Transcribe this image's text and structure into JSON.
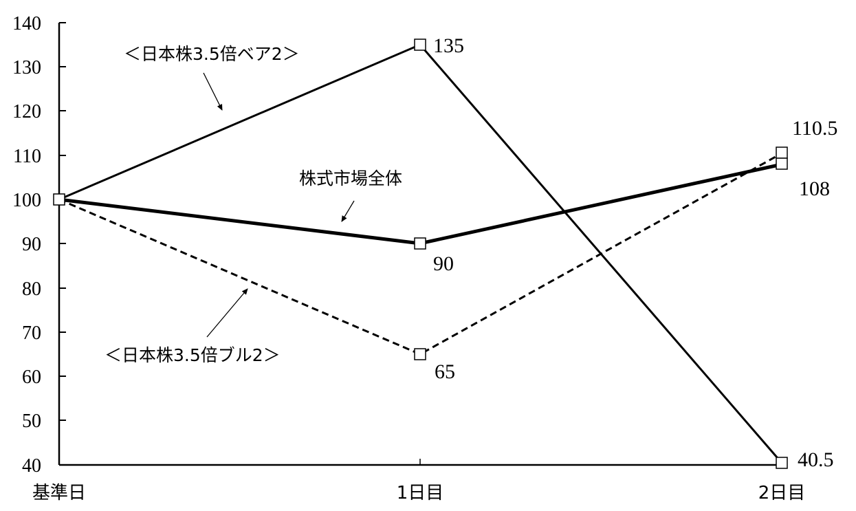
{
  "chart_data": {
    "type": "line",
    "title": "",
    "xlabel": "",
    "ylabel": "",
    "categories": [
      "基準日",
      "1日目",
      "2日目"
    ],
    "ylim": [
      40,
      140
    ],
    "yticks": [
      40,
      50,
      60,
      70,
      80,
      90,
      100,
      110,
      120,
      130,
      140
    ],
    "grid": false,
    "legend": "none (inline annotations with arrows)",
    "series": [
      {
        "name": "＜日本株3.5倍ベア2＞",
        "values": [
          100,
          135,
          40.5
        ],
        "style": "solid",
        "line_width": 3
      },
      {
        "name": "株式市場全体",
        "values": [
          100,
          90,
          108
        ],
        "style": "solid-thick",
        "line_width": 5
      },
      {
        "name": "＜日本株3.5倍ブル2＞",
        "values": [
          100,
          65,
          110.5
        ],
        "style": "dashed",
        "line_width": 3
      }
    ],
    "data_labels": [
      {
        "series": "＜日本株3.5倍ベア2＞",
        "category": "1日目",
        "text": "135"
      },
      {
        "series": "＜日本株3.5倍ベア2＞",
        "category": "2日目",
        "text": "40.5"
      },
      {
        "series": "株式市場全体",
        "category": "1日目",
        "text": "90"
      },
      {
        "series": "株式市場全体",
        "category": "2日目",
        "text": "108"
      },
      {
        "series": "＜日本株3.5倍ブル2＞",
        "category": "1日目",
        "text": "65"
      },
      {
        "series": "＜日本株3.5倍ブル2＞",
        "category": "2日目",
        "text": "110.5"
      }
    ],
    "annotations": [
      {
        "text": "＜日本株3.5倍ベア2＞",
        "points_to": "bear line between 基準日 and 1日目"
      },
      {
        "text": "株式市場全体",
        "points_to": "market line between 基準日 and 1日目"
      },
      {
        "text": "＜日本株3.5倍ブル2＞",
        "points_to": "bull line between 基準日 and 1日目"
      }
    ]
  },
  "labels": {
    "yticks": [
      "140",
      "130",
      "120",
      "110",
      "100",
      "90",
      "80",
      "70",
      "60",
      "50",
      "40"
    ],
    "categories": [
      "基準日",
      "1日目",
      "2日目"
    ],
    "bear_annotation": "＜日本株3.5倍ベア2＞",
    "market_annotation": "株式市場全体",
    "bull_annotation": "＜日本株3.5倍ブル2＞",
    "val_bear_1": "135",
    "val_bear_2": "40.5",
    "val_market_1": "90",
    "val_market_2": "108",
    "val_bull_1": "65",
    "val_bull_2": "110.5"
  }
}
